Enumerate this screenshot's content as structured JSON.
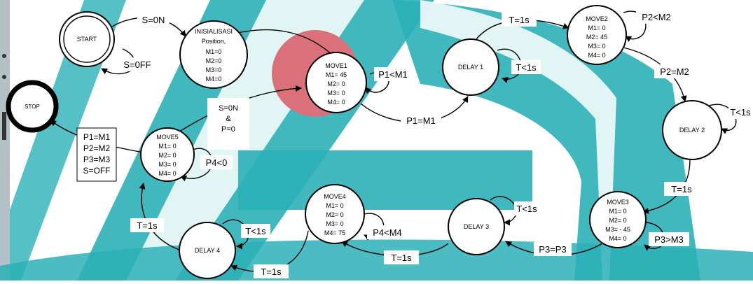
{
  "diagram": {
    "accent_colors": {
      "teal": "#2bb0b7",
      "red_highlight": "#d9707a",
      "side_bar": "#b3c0c6"
    },
    "states": {
      "start": {
        "name": "START"
      },
      "stop": {
        "name": "STOP"
      },
      "init": {
        "lines": [
          "INISIALISASI",
          "Position,",
          "M1=0",
          "M2=0",
          "M3=0",
          "M4=0"
        ]
      },
      "move1": {
        "lines": [
          "MOVE1",
          "M1= 45",
          "M2= 0",
          "M3= 0",
          "M4= 0"
        ]
      },
      "delay1": {
        "name": "DELAY 1"
      },
      "move2": {
        "lines": [
          "MOVE2",
          "M1= 0",
          "M2= 45",
          "M3= 0",
          "M4= 0"
        ]
      },
      "delay2": {
        "name": "DELAY 2"
      },
      "move3": {
        "lines": [
          "MOVE3",
          "M1= 0",
          "M2= 0",
          "M3= - 45",
          "M4= 0"
        ]
      },
      "delay3": {
        "name": "DELAY 3"
      },
      "move4": {
        "lines": [
          "MOVE4",
          "M1= 0",
          "M2= 0",
          "M3= 0",
          "M4= 75"
        ]
      },
      "delay4": {
        "name": "DELAY 4"
      },
      "move5": {
        "lines": [
          "MOVE5",
          "M1= 0",
          "M2= 0",
          "M3= 0",
          "M4= 0"
        ]
      }
    },
    "transitions": {
      "start_init": "S=0N",
      "start_self": "S=0FF",
      "init_move1": [
        "S=0N",
        "&",
        "P=0"
      ],
      "move1_self": "P1<M1",
      "move1_delay1": "P1=M1",
      "delay1_self": "T<1s",
      "delay1_move2": "T=1s",
      "move2_self": "P2<M2",
      "move2_delay2": "P2=M2",
      "delay2_self": "T<1s",
      "delay2_move3": "T=1s",
      "move3_self": "P3>M3",
      "move3_delay3": "P3=P3",
      "delay3_self": "T<1s",
      "delay3_move4": "T=1s",
      "move4_self": "P4<M4",
      "move4_delay4": "T=1s",
      "delay4_self": "T<1s",
      "delay4_move5": "T=1s",
      "move5_self": "P4<0",
      "move5_stop": [
        "P1=M1",
        "P2=M2",
        "P3=M3",
        "S=OFF"
      ]
    }
  }
}
